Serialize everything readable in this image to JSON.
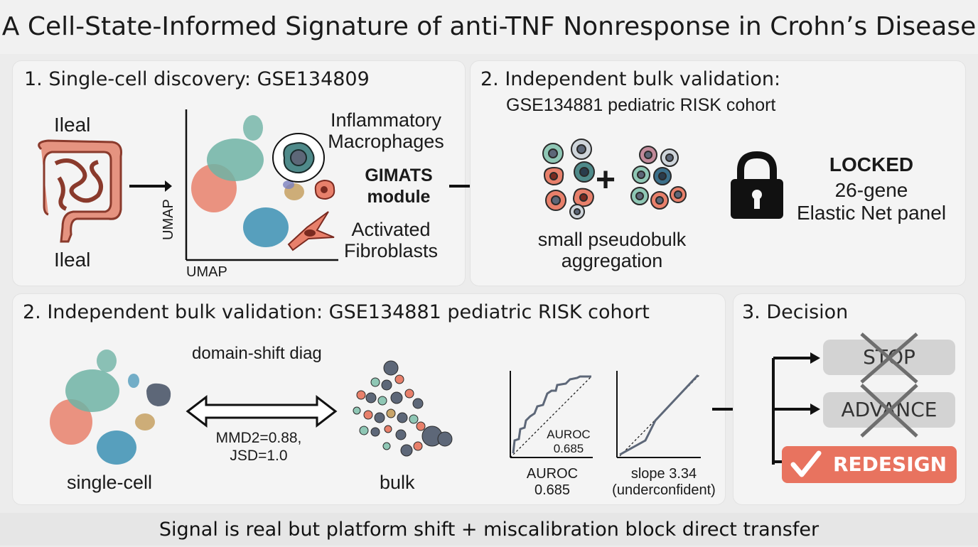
{
  "title": "A Cell-State-Informed Signature of anti-TNF Nonresponse in Crohn’s Disease",
  "panel1": {
    "heading": "1. Single-cell discovery: GSE134809",
    "ileal_top": "Ileal",
    "ileal_bottom": "Ileal",
    "umap_x": "UMAP",
    "umap_y": "UMAP",
    "macrophages": "Inflammatory\nMacrophages",
    "gimats": "GIMATS\nmodule",
    "fibroblasts": "Activated\nFibroblasts"
  },
  "panel2": {
    "heading_line1": "2. Independent bulk validation:",
    "heading_line2": "GSE134881 pediatric RISK cohort",
    "plus": "+",
    "pseudobulk": "small pseudobulk\naggregation",
    "locked": "LOCKED",
    "panel_desc": "26-gene\nElastic Net panel"
  },
  "panel3": {
    "heading": "2. Independent bulk validation: GSE134881 pediatric RISK cohort",
    "domain_shift": "domain-shift diag",
    "metrics": "MMD2=0.88,\nJSD=1.0",
    "single_cell": "single-cell",
    "bulk": "bulk",
    "auroc_inner": "AUROC\n0.685",
    "auroc_caption": "AUROC\n0.685",
    "slope_caption": "slope 3.34\n(underconfident)"
  },
  "panel4": {
    "heading": "3. Decision",
    "stop": "STOP",
    "advance": "ADVANCE",
    "redesign": "REDESIGN",
    "redesign_color": "#e8735f"
  },
  "footer": "Signal is real but platform shift + miscalibration block direct transfer",
  "colors": {
    "salmon": "#e8806b",
    "teal": "#6fb3a5",
    "blue": "#3b8fb3",
    "slate": "#5d6778"
  }
}
